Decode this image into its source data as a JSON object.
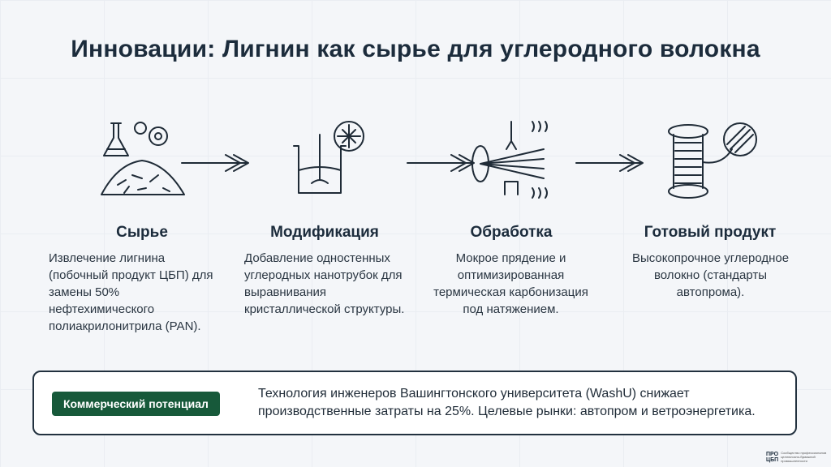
{
  "title": "Инновации: Лигнин как сырье для углеродного волокна",
  "steps": [
    {
      "heading": "Сырье",
      "description": "Извлечение лигнина (побочный продукт ЦБП) для замены 50% нефтехимического полиакрилонитрила (PAN).",
      "icon": "raw-material-icon"
    },
    {
      "heading": "Модификация",
      "description": "Добавление одностенных углеродных нанотрубок для выравнивания кристаллической структуры.",
      "icon": "mixing-beaker-icon"
    },
    {
      "heading": "Обработка",
      "description": "Мокрое прядение и оптимизированная термическая карбонизация под натяжением.",
      "icon": "spinning-carbonization-icon"
    },
    {
      "heading": "Готовый продукт",
      "description": "Высокопрочное углеродное волокно (стандарты автопрома).",
      "icon": "fiber-spool-icon"
    }
  ],
  "commercial": {
    "badge": "Коммерческий потенциал",
    "text": "Технология инженеров Вашингтонского университета (WashU) снижает производственные затраты на 25%. Целевые рынки: автопром и ветроэнергетика."
  },
  "logo": {
    "mark_line1": "ПРО",
    "mark_line2": "ЦБП",
    "subtitle": "Сообщество профессионалов целлюлозно-бумажной промышленности"
  },
  "colors": {
    "accent": "#17593a",
    "text": "#1f2b37",
    "background": "#f4f6f9"
  }
}
